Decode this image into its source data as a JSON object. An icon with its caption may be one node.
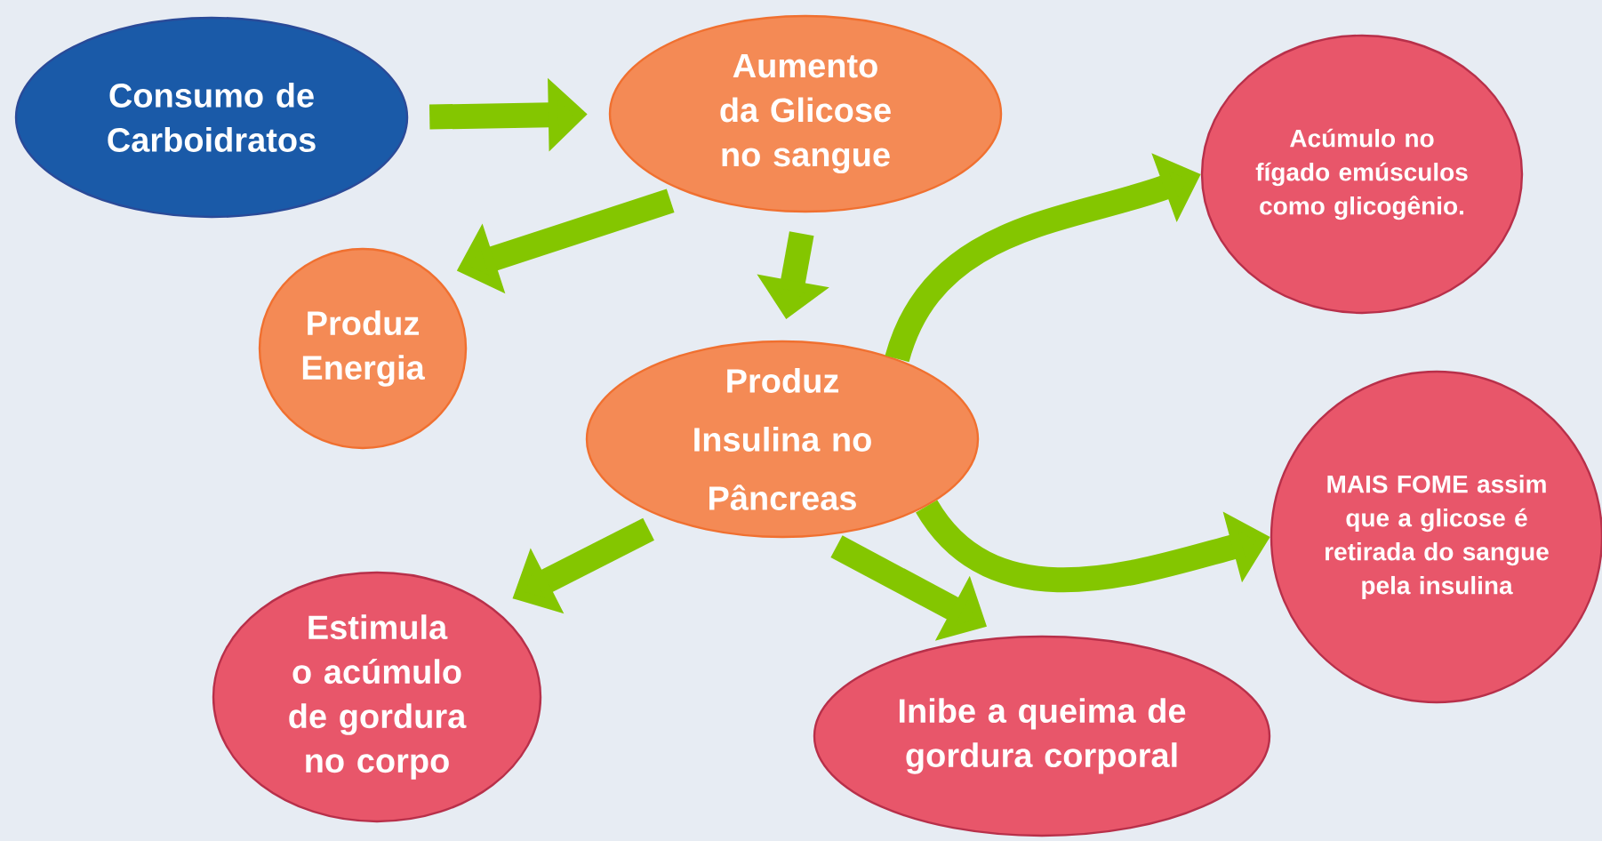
{
  "diagram": {
    "nodes": [
      {
        "text": [
          "Consumo de Carboidratos"
        ]
      },
      {
        "text": [
          "Aumento da Glicose no sangue"
        ]
      },
      {
        "text": [
          "Produz Energia"
        ]
      },
      {
        "text": [
          "Produz Insulina no Pâncreas"
        ]
      },
      {
        "text": [
          "Acúmulo no fígado emúsculos como glicogênio."
        ]
      },
      {
        "text": [
          "MAIS FOME assim que a glicose é retirada do sangue pela insulina"
        ]
      },
      {
        "text": [
          "Estimula o acúmulo de gordura no corpo"
        ]
      },
      {
        "text": [
          "Inibe a queima de gordura corporal"
        ]
      }
    ],
    "edges": [
      {
        "from": 0,
        "to": 1,
        "arrow": "to"
      },
      {
        "from": 1,
        "to": 2,
        "arrow": "to"
      },
      {
        "from": 1,
        "to": 3,
        "arrow": "to"
      },
      {
        "from": 3,
        "to": 4,
        "arrow": "to"
      },
      {
        "from": 3,
        "to": 5,
        "arrow": "to"
      },
      {
        "from": 3,
        "to": 6,
        "arrow": "to"
      },
      {
        "from": 3,
        "to": 7,
        "arrow": "to"
      }
    ]
  }
}
